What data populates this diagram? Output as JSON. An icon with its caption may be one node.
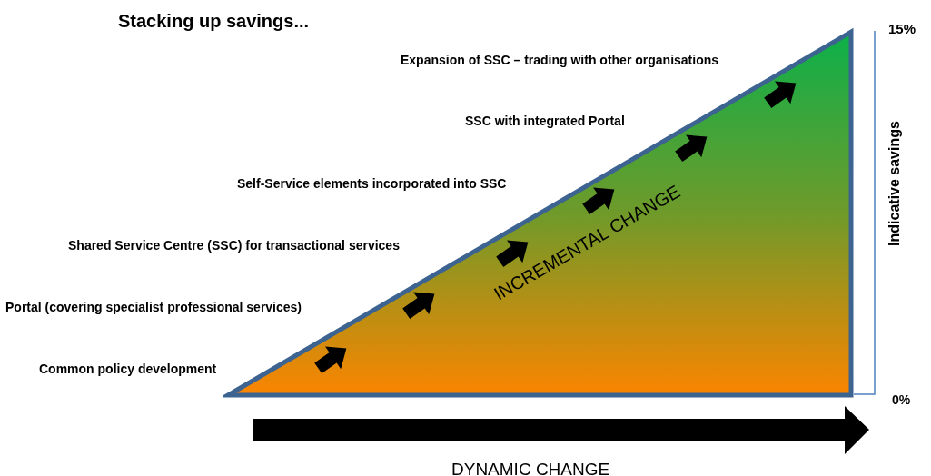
{
  "diagram": {
    "title": "Stacking up savings...",
    "nodes": [
      {
        "text": [
          "INCREMENTAL CHANGE"
        ]
      }
    ],
    "labels": [
      "Expansion of SSC – trading with other organisations",
      "SSC with integrated Portal",
      "Self-Service elements incorporated into SSC",
      "Shared Service Centre (SSC) for transactional services",
      "Portal (covering specialist professional services)",
      "Common policy development",
      "15%",
      "Indicative savings",
      "0%",
      "DYNAMIC CHANGE"
    ]
  }
}
